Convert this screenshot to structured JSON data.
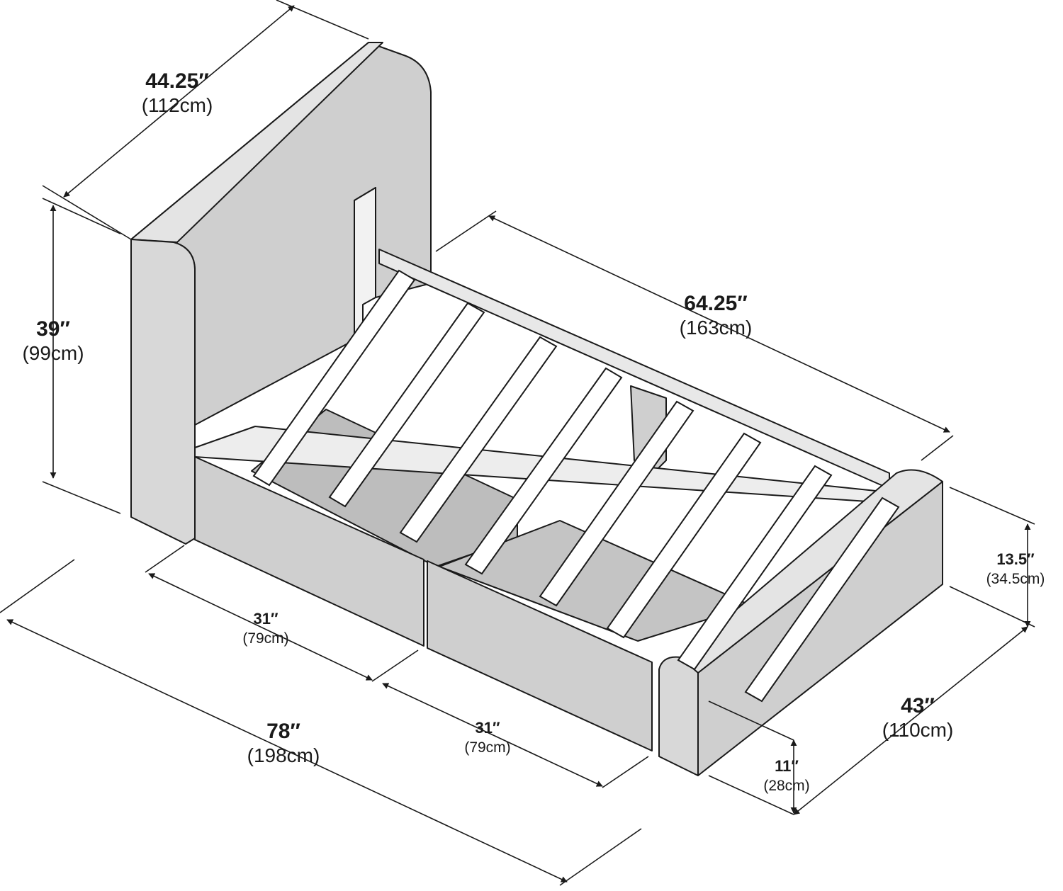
{
  "diagram": {
    "colors": {
      "line": "#1a1a1a",
      "panel": "#cfcfcf",
      "panel_dark": "#a9a9a9",
      "panel_light": "#e4e4e4",
      "slat": "#ffffff",
      "background": "#ffffff"
    },
    "dimensions": {
      "headboard_width": {
        "imperial": "44.25″",
        "metric": "(112cm)"
      },
      "headboard_height": {
        "imperial": "39″",
        "metric": "(99cm)"
      },
      "side_rail_length": {
        "imperial": "64.25″",
        "metric": "(163cm)"
      },
      "footboard_height": {
        "imperial": "13.5″",
        "metric": "(34.5cm)"
      },
      "overall_width": {
        "imperial": "43″",
        "metric": "(110cm)"
      },
      "rail_height": {
        "imperial": "11″",
        "metric": "(28cm)"
      },
      "overall_length": {
        "imperial": "78″",
        "metric": "(198cm)"
      },
      "drawer_front": {
        "imperial": "31″",
        "metric": "(79cm)"
      },
      "drawer_back": {
        "imperial": "31″",
        "metric": "(79cm)"
      }
    }
  }
}
